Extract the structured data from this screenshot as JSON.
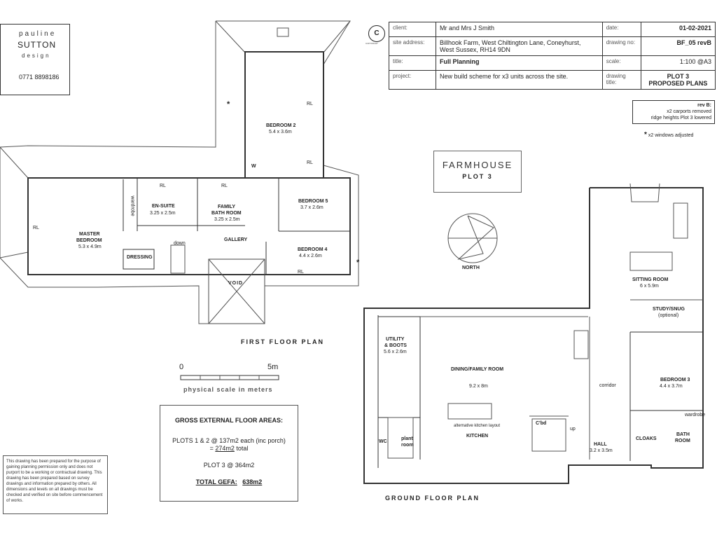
{
  "logo": {
    "line1": "pauline",
    "line2": "SUTTON",
    "line3": "design",
    "phone": "0771 8898186"
  },
  "copyright_logo": {
    "letter": "C",
    "caption": "COPYRIGHT"
  },
  "title_block": {
    "client_label": "client:",
    "client": "Mr and Mrs J Smith",
    "date_label": "date:",
    "date": "01-02-2021",
    "site_label": "site address:",
    "site_line1": "Billhook Farm, West Chiltington Lane, Coneyhurst,",
    "site_line2": "West Sussex,  RH14 9DN",
    "drawing_no_label": "drawing no:",
    "drawing_no": "BF_05  revB",
    "title_label": "title:",
    "title": "Full Planning",
    "scale_label": "scale:",
    "scale": "1:100 @A3",
    "project_label": "project:",
    "project": "New build scheme for x3 units across the site.",
    "drawing_title_label": "drawing title:",
    "drawing_title_1": "PLOT 3",
    "drawing_title_2": "PROPOSED PLANS"
  },
  "revision": {
    "head": "rev B:",
    "line1": "x2 carports removed",
    "line2": "ridge heights Plot 3 lowered",
    "note": "x2 windows adjusted",
    "marker": "*"
  },
  "plot_box": {
    "name": "FARMHOUSE",
    "plot": "PLOT 3"
  },
  "north_label": "NORTH",
  "scale_bar": {
    "start": "0",
    "end": "5m",
    "caption": "physical scale in meters"
  },
  "first_floor": {
    "title": "FIRST FLOOR PLAN",
    "rooms": {
      "bedroom2": "BEDROOM 2",
      "bedroom2_size": "5.4 x 3.6m",
      "ensuite": "EN-SUITE",
      "ensuite_size": "3.25 x 2.5m",
      "family_bath1": "FAMILY",
      "family_bath2": "BATH ROOM",
      "family_bath_size": "3.25 x 2.5m",
      "bedroom5": "BEDROOM 5",
      "bedroom5_size": "3.7 x 2.6m",
      "master1": "MASTER",
      "master2": "BEDROOM",
      "master_size": "5.3 x 4.9m",
      "gallery": "GALLERY",
      "dressing": "DRESSING",
      "bedroom4": "BEDROOM 4",
      "bedroom4_size": "4.4 x 2.6m",
      "void": "VOID",
      "down": "down",
      "wardrobe": "wardrobe",
      "w": "W",
      "rl": "RL"
    }
  },
  "ground_floor": {
    "title": "GROUND FLOOR PLAN",
    "rooms": {
      "sitting": "SITTING ROOM",
      "sitting_size": "6 x 5.9m",
      "study": "STUDY/SNUG",
      "study_opt": "(optional)",
      "utility1": "UTILITY",
      "utility2": "& BOOTS",
      "utility_size": "5.6 x 2.6m",
      "dining": "DINING/FAMILY ROOM",
      "dining_size": "9.2 x 8m",
      "bedroom3": "BEDROOM 3",
      "bedroom3_size": "4.4 x 3.7m",
      "corridor": "corridor",
      "wardrobe": "wardrobe",
      "alt_kitchen": "alternative kitchen layout",
      "kitchen": "KITCHEN",
      "cbd": "C'bd",
      "up": "up",
      "wc": "WC",
      "plant1": "plant",
      "plant2": "room",
      "hall": "HALL",
      "hall_size": "3.2 x 3.5m",
      "cloaks": "CLOAKS",
      "bath1": "BATH",
      "bath2": "ROOM"
    }
  },
  "gefa": {
    "title": "GROSS EXTERNAL FLOOR AREAS:",
    "line1": "PLOTS 1 & 2  @ 137m2 each (inc porch)",
    "line2_prefix": "= ",
    "line2_value": "274m2",
    "line2_suffix": " total",
    "line3": "PLOT 3 @ 364m2",
    "total_label": "TOTAL GEFA:",
    "total_value": "638m2"
  },
  "disclaimer": "This drawing has been prepared for the purpose of gaining planning permission only and does not purport to be a working or contractual drawing. This drawing has been prepared based on survey drawings and information prepared by others. All dimensions and levels on all drawings must be checked and verified on site before commencement of works."
}
